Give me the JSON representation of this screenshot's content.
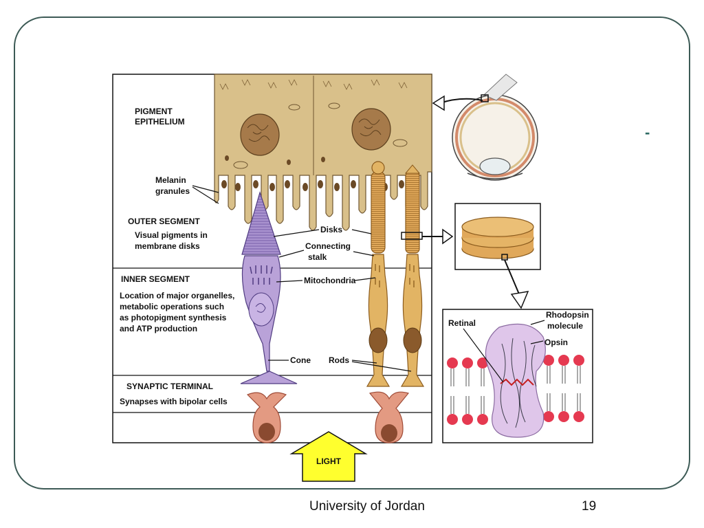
{
  "labels": {
    "pigment_epithelium_1": "PIGMENT",
    "pigment_epithelium_2": "EPITHELIUM",
    "melanin_1": "Melanin",
    "melanin_2": "granules",
    "outer_segment": "OUTER SEGMENT",
    "visual_pigments_1": "Visual pigments in",
    "visual_pigments_2": "membrane disks",
    "inner_segment": "INNER SEGMENT",
    "inner_desc_1": "Location of major organelles,",
    "inner_desc_2": "metabolic operations such",
    "inner_desc_3": "as photopigment synthesis",
    "inner_desc_4": "and ATP production",
    "synaptic_terminal": "SYNAPTIC TERMINAL",
    "synapses": "Synapses with bipolar cells",
    "disks": "Disks",
    "connecting_1": "Connecting",
    "connecting_2": "stalk",
    "mitochondria": "Mitochondria",
    "cone": "Cone",
    "rods": "Rods",
    "light": "LIGHT",
    "retinal": "Retinal",
    "rhodopsin_1": "Rhodopsin",
    "rhodopsin_2": "molecule",
    "opsin": "Opsin"
  },
  "footer": {
    "org": "University of Jordan",
    "page": "19",
    "dash": "-"
  },
  "colors": {
    "frame": "#3c5a55",
    "epithelium": "#d9c08a",
    "cone": "#b9a2d8",
    "rod": "#e2b464",
    "bipolar": "#e39a82",
    "light_arrow": "#ffff2e",
    "lipid_head": "#e53950",
    "rhodopsin": "#dcc0e8"
  }
}
